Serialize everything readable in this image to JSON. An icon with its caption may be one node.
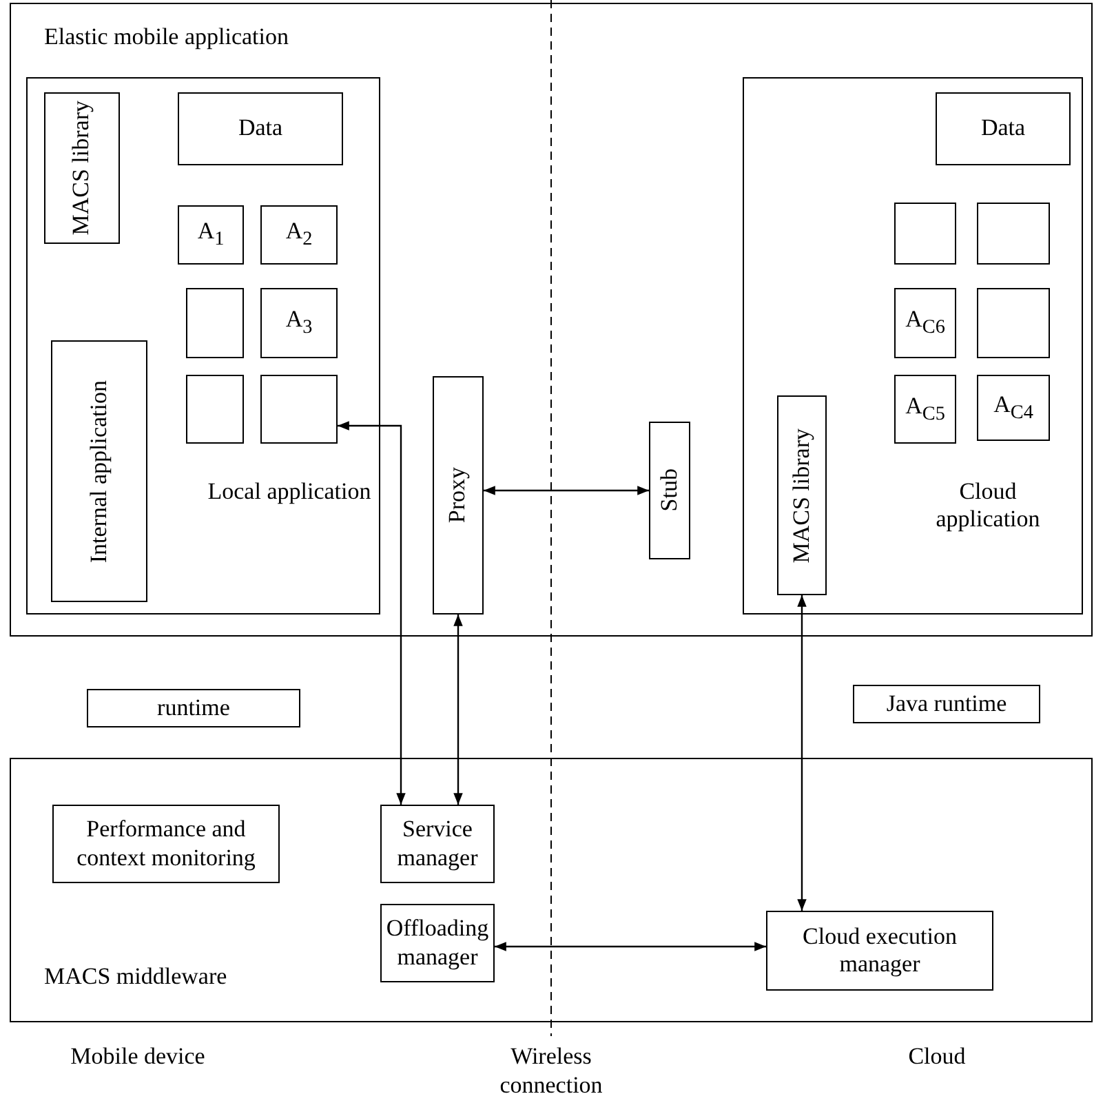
{
  "diagram": {
    "nodes": [
      {
        "text": [
          "Elastic mobile application"
        ]
      },
      {
        "text": [
          "Local application"
        ],
        "in": 0
      },
      {
        "text": [
          "MACS library"
        ],
        "in": 1
      },
      {
        "text": [
          "Internal application"
        ],
        "in": 1
      },
      {
        "text": [
          "Data"
        ],
        "in": 1
      },
      {
        "text": [
          "A$_{1}$"
        ],
        "in": 1
      },
      {
        "text": [
          "A$_{2}$"
        ],
        "in": 1
      },
      {
        "text": [],
        "shape": "box",
        "in": 1
      },
      {
        "text": [
          "A$_{3}$"
        ],
        "in": 1
      },
      {
        "text": [],
        "shape": "box",
        "in": 1
      },
      {
        "text": [],
        "shape": "box",
        "in": 1
      },
      {
        "text": [
          "Proxy"
        ],
        "in": 0
      },
      {
        "text": [
          "Stub"
        ],
        "in": 0
      },
      {
        "text": [
          "Cloud application"
        ],
        "in": 0
      },
      {
        "text": [
          "Data"
        ],
        "in": 13
      },
      {
        "text": [],
        "shape": "box",
        "in": 13
      },
      {
        "text": [],
        "shape": "box",
        "in": 13
      },
      {
        "text": [
          "A$_{C6}$"
        ],
        "in": 13
      },
      {
        "text": [],
        "shape": "box",
        "in": 13
      },
      {
        "text": [
          "A$_{C5}$"
        ],
        "in": 13
      },
      {
        "text": [
          "A$_{C4}$"
        ],
        "in": 13
      },
      {
        "text": [
          "MACS library"
        ],
        "in": 13
      },
      {
        "text": [
          "runtime"
        ]
      },
      {
        "text": [
          "Java runtime"
        ]
      },
      {
        "text": [
          "MACS middleware"
        ]
      },
      {
        "text": [
          "Performance and context monitoring"
        ],
        "in": 24
      },
      {
        "text": [
          "Service manager"
        ],
        "in": 24
      },
      {
        "text": [
          "Offloading manager"
        ],
        "in": 24
      },
      {
        "text": [
          "Cloud execution manager"
        ],
        "in": 24
      }
    ],
    "edges": [
      {
        "from": 10,
        "to": 26,
        "arrow": "both"
      },
      {
        "from": 11,
        "to": 12,
        "arrow": "both"
      },
      {
        "from": 11,
        "to": 26,
        "arrow": "both"
      },
      {
        "from": 21,
        "to": 28,
        "arrow": "both"
      },
      {
        "from": 27,
        "to": 28,
        "arrow": "both"
      }
    ],
    "labels": [
      "Mobile device",
      "Wireless connection",
      "Cloud"
    ]
  }
}
